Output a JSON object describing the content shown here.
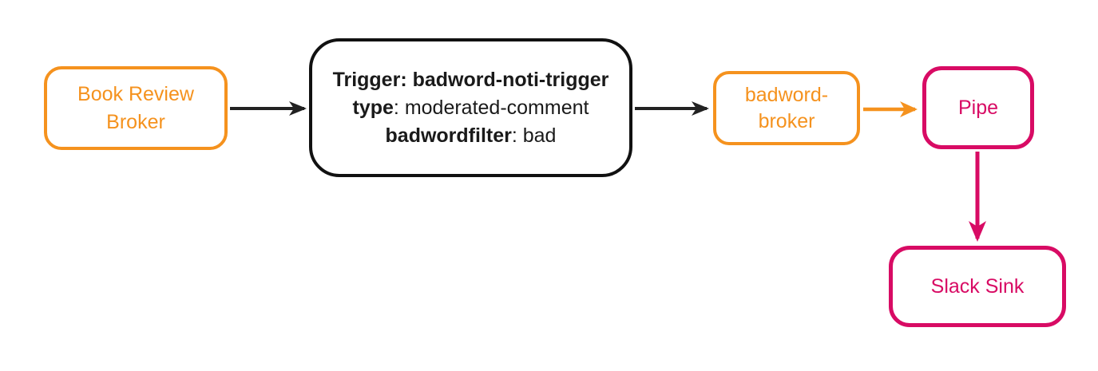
{
  "palette": {
    "orange": "#F5921E",
    "pink": "#D80B64",
    "node_black_border": "#111111",
    "edge_dark": "#222222",
    "background": "#FFFFFF"
  },
  "diagram": {
    "nodes": {
      "book_review_broker": {
        "label": "Book Review Broker",
        "color": "#F5921E"
      },
      "trigger": {
        "line1": "Trigger: badword-noti-trigger",
        "line2_key": "type",
        "line2_rest": ": moderated-comment",
        "line3_key": "badwordfilter",
        "line3_rest": ": bad",
        "color": "#111111"
      },
      "badword_broker": {
        "label": "badword-broker",
        "color": "#F5921E"
      },
      "pipe": {
        "label": "Pipe",
        "color": "#D80B64"
      },
      "slack_sink": {
        "label": "Slack Sink",
        "color": "#D80B64"
      }
    },
    "edges": [
      {
        "from": "book_review_broker",
        "to": "trigger",
        "direction": "right",
        "color": "#222222"
      },
      {
        "from": "trigger",
        "to": "badword_broker",
        "direction": "right",
        "color": "#222222"
      },
      {
        "from": "badword_broker",
        "to": "pipe",
        "direction": "right",
        "color": "#F5921E"
      },
      {
        "from": "pipe",
        "to": "slack_sink",
        "direction": "down",
        "color": "#D80B64"
      }
    ]
  }
}
